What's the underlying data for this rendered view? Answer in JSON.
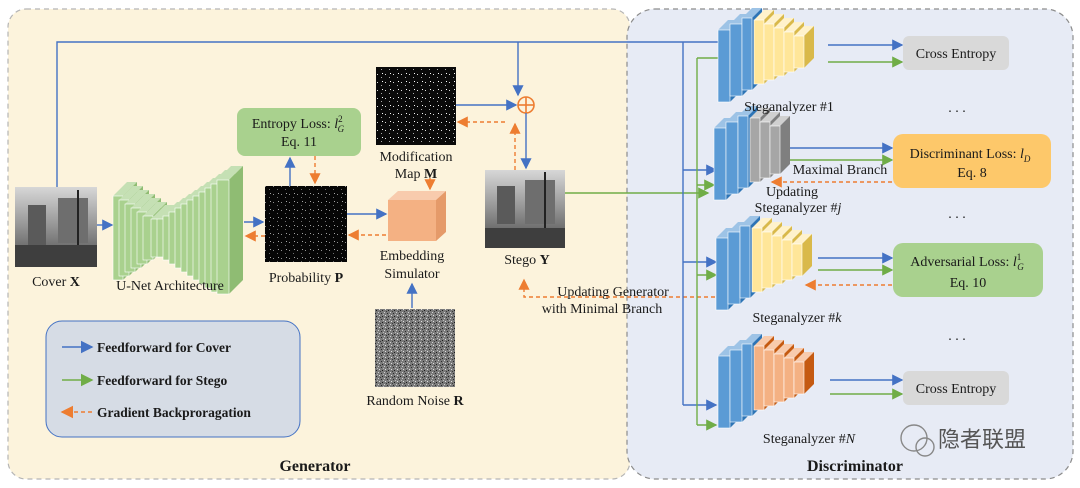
{
  "colors": {
    "generator_bg": "#fcf3dc",
    "discriminator_bg": "#e7ebf5",
    "feedforward_cover": "#4472c4",
    "feedforward_stego": "#70ad47",
    "gradient": "#ed7d31",
    "loss_green": "#a9d18e",
    "loss_orange": "#fdc86a",
    "cross_entropy_gray": "#d9d9d9",
    "unet_green": "#a9d18e",
    "cnn_blue": "#5b9bd5",
    "cnn_yellow": "#ffe699",
    "cnn_gray": "#a6a6a6",
    "cnn_salmon": "#f4b183",
    "embed_box": "#f4b183",
    "legend_box": "#d6dce5"
  },
  "sections": {
    "generator": "Generator",
    "discriminator": "Discriminator"
  },
  "nodes": {
    "cover": {
      "prefix": "Cover ",
      "symbol": "X"
    },
    "unet": "U-Net Architecture",
    "probability": {
      "prefix": "Probability ",
      "symbol": "P"
    },
    "entropy_loss": {
      "line1": "Entropy Loss: ",
      "sym": "l",
      "sup": "2",
      "sub": "G",
      "line2": "Eq. 11"
    },
    "modification_map": {
      "line1": "Modification",
      "line2_prefix": "Map ",
      "symbol": "M"
    },
    "embedding_simulator": {
      "line1": "Embedding",
      "line2": "Simulator"
    },
    "random_noise": {
      "prefix": "Random Noise ",
      "symbol": "R"
    },
    "stego": {
      "prefix": "Stego ",
      "symbol": "Y"
    },
    "updating_generator": {
      "line1": "Updating Generator",
      "line2": "with Minimal Branch"
    }
  },
  "discriminator": {
    "steganalyzers": [
      {
        "label": "Steganalyzer #",
        "idx": "1",
        "output": "Cross Entropy"
      },
      {
        "label": "Steganalyzer #",
        "idx": "j",
        "output_line1": "Discriminant Loss: ",
        "output_sym": "l",
        "output_sub": "D",
        "output_line2": "Eq. 8",
        "branch": "Maximal Branch",
        "updating": "Updating"
      },
      {
        "label": "Steganalyzer #",
        "idx": "k",
        "output_line1": "Adversarial Loss: ",
        "output_sym": "l",
        "output_sup": "1",
        "output_sub": "G",
        "output_line2": "Eq. 10"
      },
      {
        "label": "Steganalyzer #",
        "idx": "N",
        "output": "Cross Entropy"
      }
    ],
    "ellipsis": ". . ."
  },
  "legend": {
    "items": [
      {
        "label": "Feedforward for Cover",
        "kind": "cover"
      },
      {
        "label": "Feedforward for Stego",
        "kind": "stego"
      },
      {
        "label": "Gradient Backproragation",
        "kind": "gradient"
      }
    ]
  },
  "watermark": "隐者联盟"
}
